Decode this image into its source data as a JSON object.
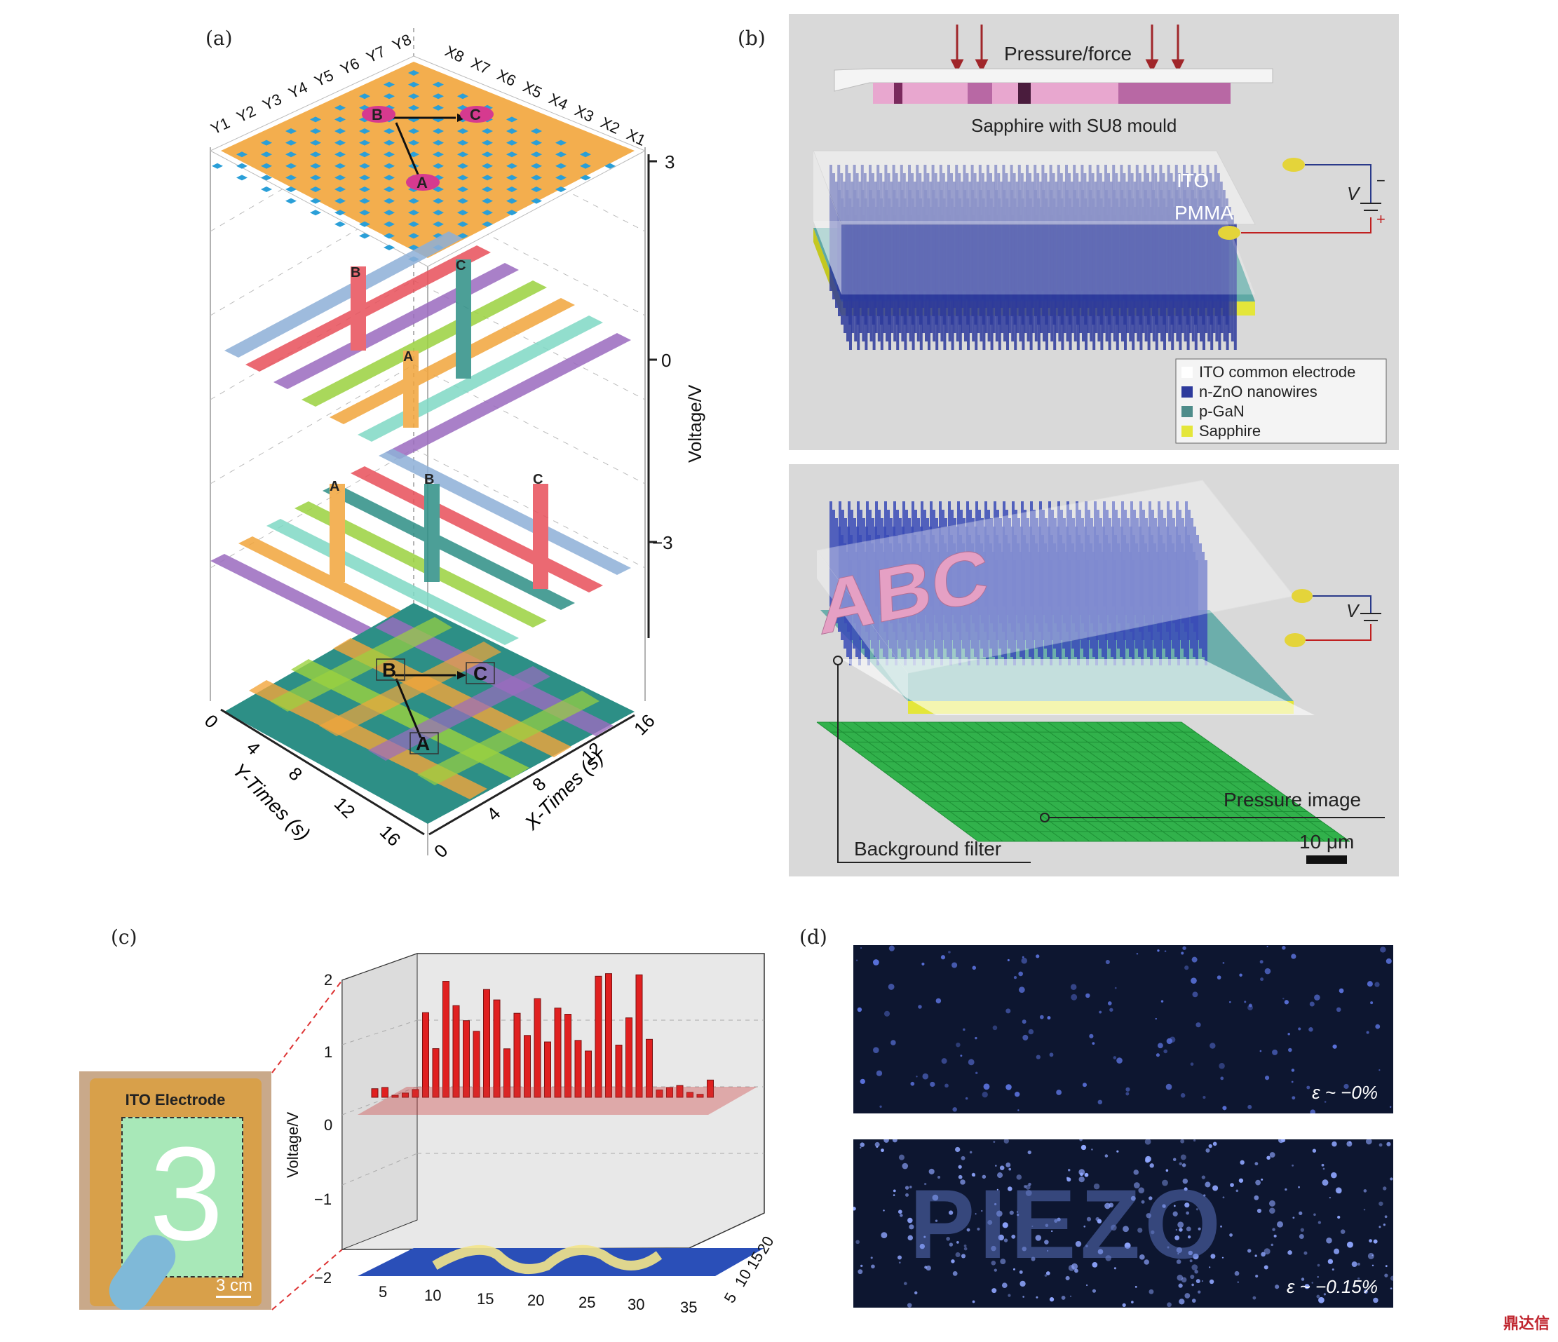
{
  "panel_labels": {
    "a": "(a)",
    "b": "(b)",
    "c": "(c)",
    "d": "(d)"
  },
  "panel_a": {
    "y_row_labels": [
      "Y1",
      "Y2",
      "Y3",
      "Y4",
      "Y5",
      "Y6",
      "Y7",
      "Y8"
    ],
    "x_col_labels": [
      "X8",
      "X7",
      "X6",
      "X5",
      "X4",
      "X3",
      "X2",
      "X1"
    ],
    "points": {
      "a": "A",
      "b": "B",
      "c": "C"
    },
    "z_axis": {
      "label": "Voltage/V",
      "ticks": [
        "3",
        "0",
        "−3"
      ],
      "values": [
        3,
        0,
        -3
      ]
    },
    "y_axis": {
      "label": "Y-Times (s)",
      "ticks": [
        "0",
        "4",
        "8",
        "12",
        "16"
      ]
    },
    "x_axis": {
      "label": "X-Times (s)",
      "ticks": [
        "0",
        "4",
        "8",
        "12",
        "16"
      ]
    }
  },
  "panel_b": {
    "top_title": "Pressure/force",
    "mould_label": "Sapphire with SU8 mould",
    "ito_label": "ITO",
    "pmma_label": "PMMA",
    "v_label": "V",
    "minus": "−",
    "plus": "+",
    "legend": [
      {
        "label": "ITO common electrode",
        "color": "#ffffff"
      },
      {
        "label": "n-ZnO nanowires",
        "color": "#2d3a9c"
      },
      {
        "label": "p-GaN",
        "color": "#4e8c8a"
      },
      {
        "label": "Sapphire",
        "color": "#e4e63a"
      }
    ],
    "abc_text": "ABC",
    "pressure_image_label": "Pressure image",
    "background_filter_label": "Background filter",
    "scale_label": "10 μm"
  },
  "panel_c": {
    "device_label": "ITO Electrode",
    "digit": "3",
    "scale_label": "3 cm",
    "z_label": "Voltage/V",
    "z_ticks": [
      "2",
      "1",
      "0",
      "−1",
      "−2"
    ],
    "x_ticks": [
      "5",
      "10",
      "15",
      "20",
      "25",
      "30",
      "35"
    ],
    "y_ticks": [
      "5",
      "10",
      "15",
      "20"
    ]
  },
  "panel_d": {
    "top_strain": "ε ~ −0%",
    "bottom_strain": "ε ~ −0.15%"
  },
  "watermark": "鼎达信",
  "colors": {
    "orange": "#f2a53b",
    "blue": "#2a9fd8",
    "magenta": "#c2378a",
    "teal": "#2d8f86",
    "green": "#9bd23f",
    "purple": "#9b6bbf",
    "wire_blue": "#2d3a9c",
    "red_bar": "#e02020"
  }
}
